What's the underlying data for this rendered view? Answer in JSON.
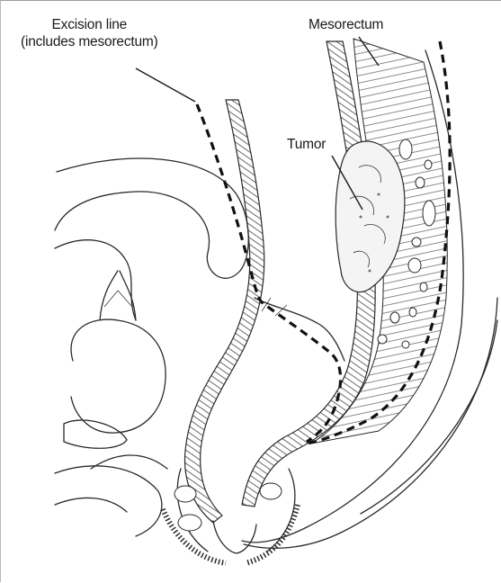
{
  "labels": {
    "excision_line_1": "Excision line",
    "excision_line_2": "(includes mesorectum)",
    "mesorectum": "Mesorectum",
    "tumor": "Tumor"
  },
  "colors": {
    "ink": "#2a2a2a",
    "background": "#ffffff",
    "excision_dash": "#111111"
  }
}
